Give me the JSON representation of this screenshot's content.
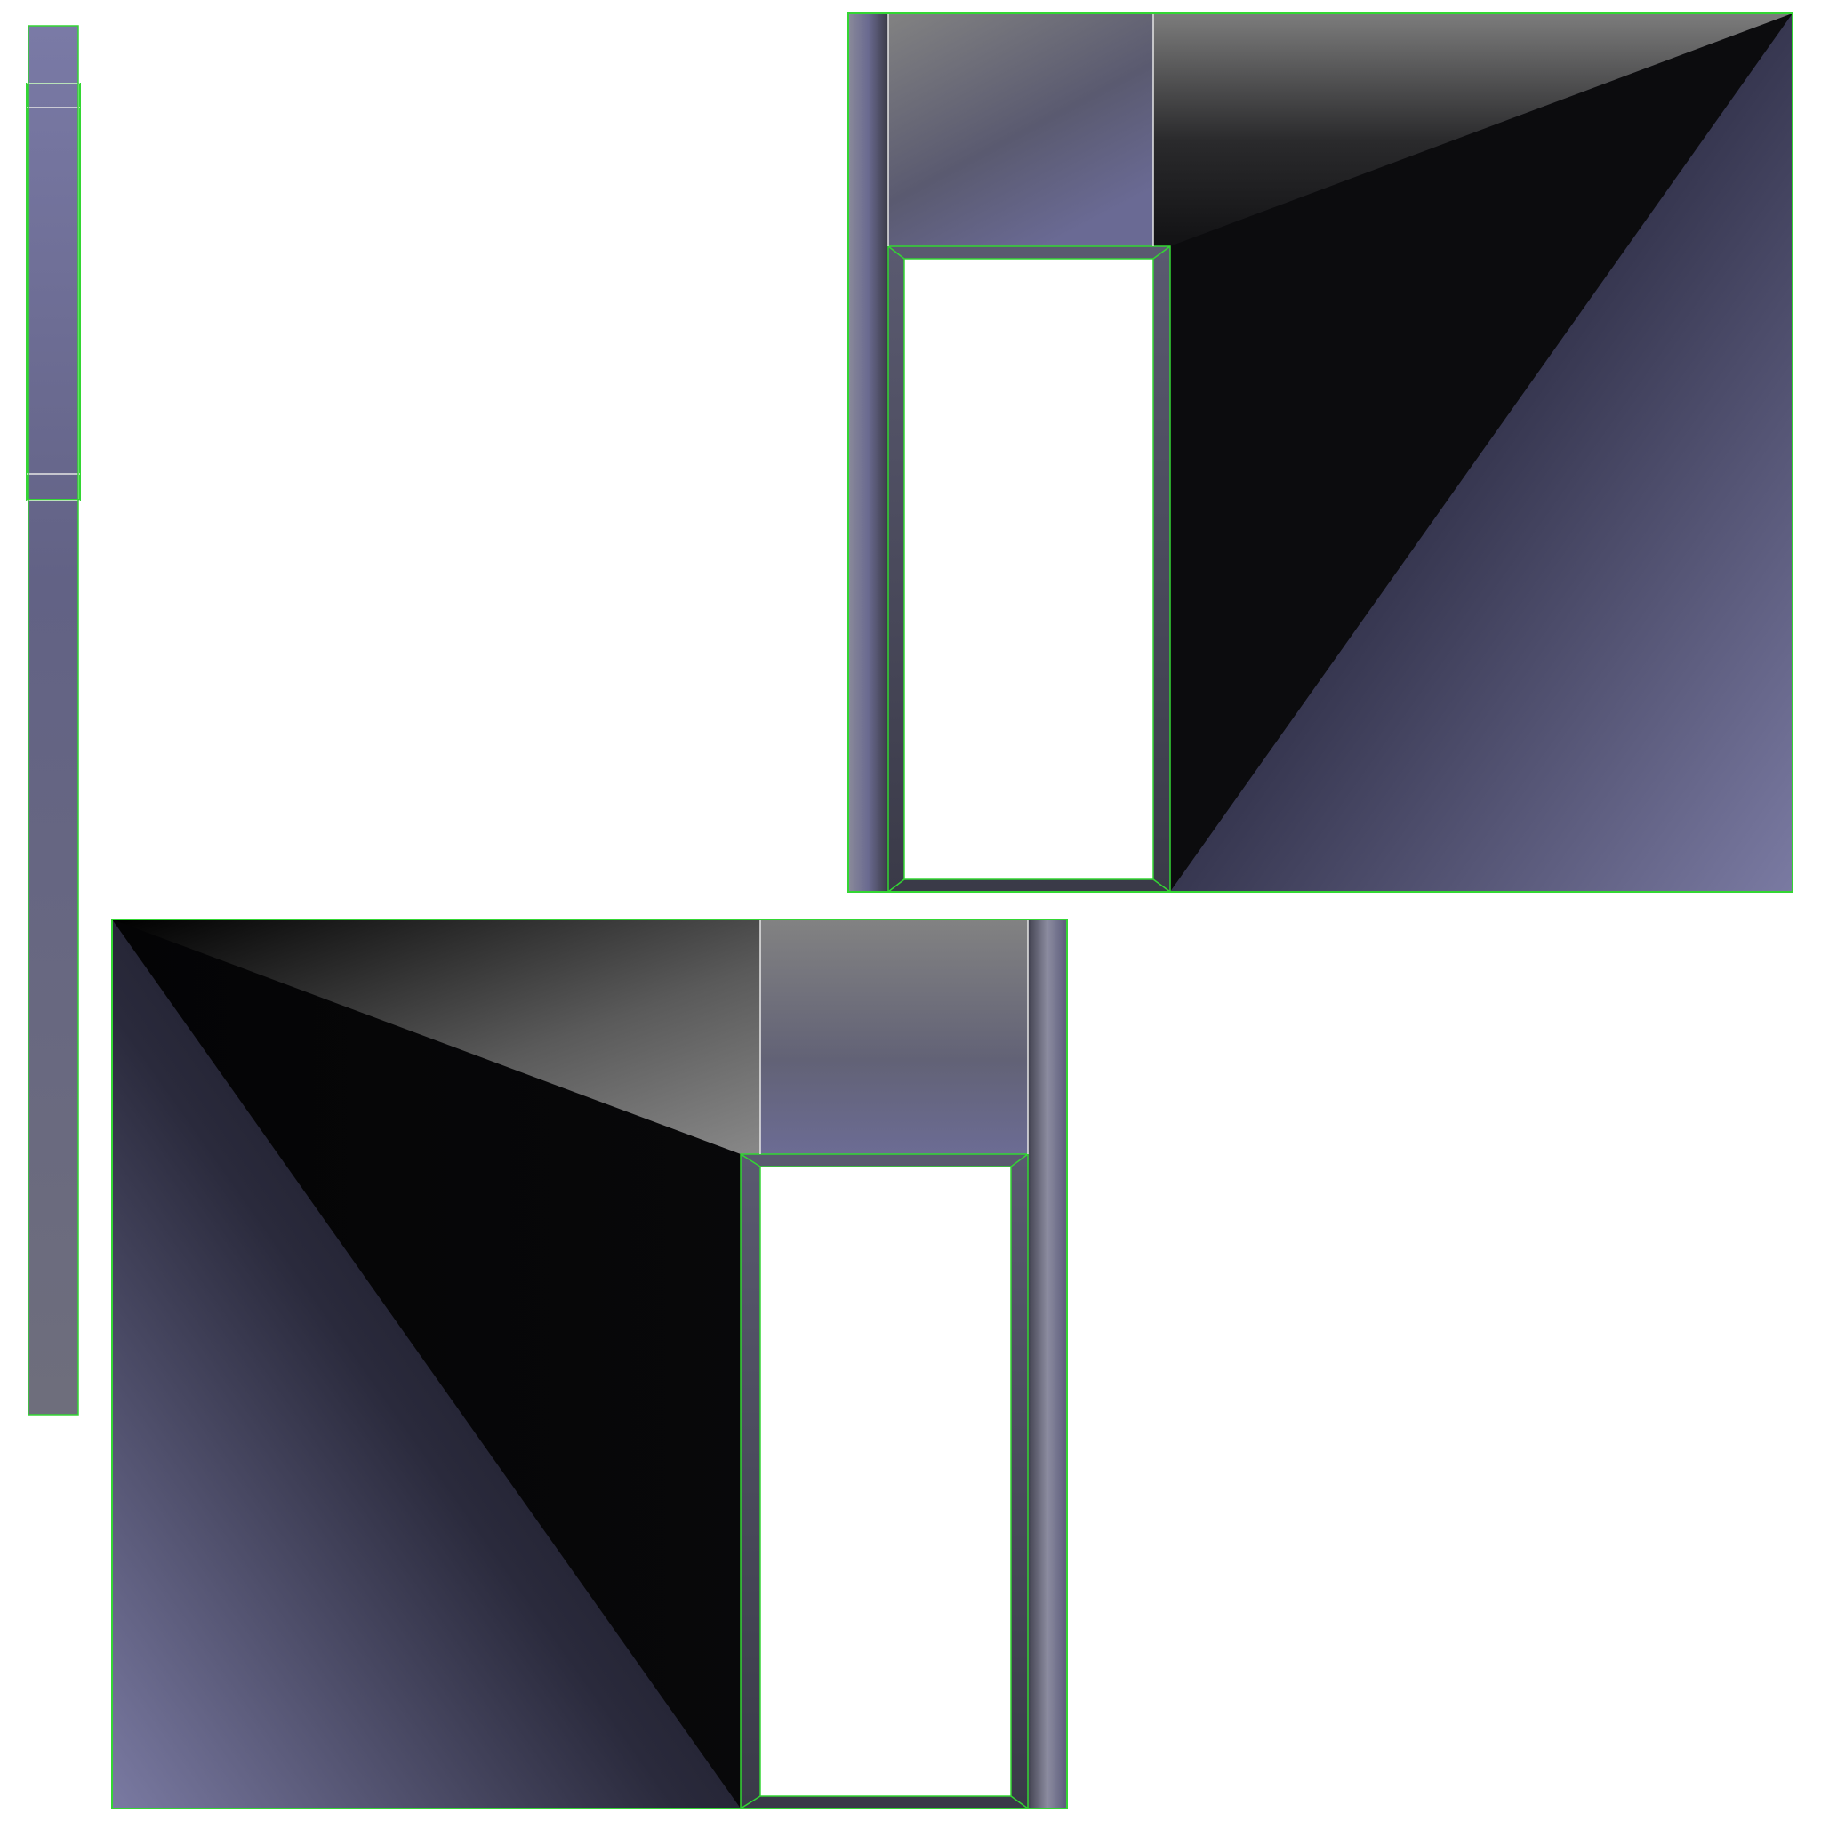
{
  "wireframe": {
    "island_edge_color": "#33d633",
    "seam_edge_color": "#e6e6e6",
    "background_color": "#ffffff"
  },
  "shading": {
    "light_color": "#7a7aa2",
    "mid_color": "#54546f",
    "dark_color": "#060607",
    "gray_highlight": "#878787",
    "strip_top_color": "#7a7aa6",
    "strip_bottom_color": "#6e6e7c"
  },
  "islands": [
    {
      "name": "thin-vertical-strip",
      "shape": "strip"
    },
    {
      "name": "wall-panel-with-door-upper-right",
      "shape": "panel-opening-left"
    },
    {
      "name": "wall-panel-with-door-lower-left",
      "shape": "panel-opening-right"
    }
  ]
}
